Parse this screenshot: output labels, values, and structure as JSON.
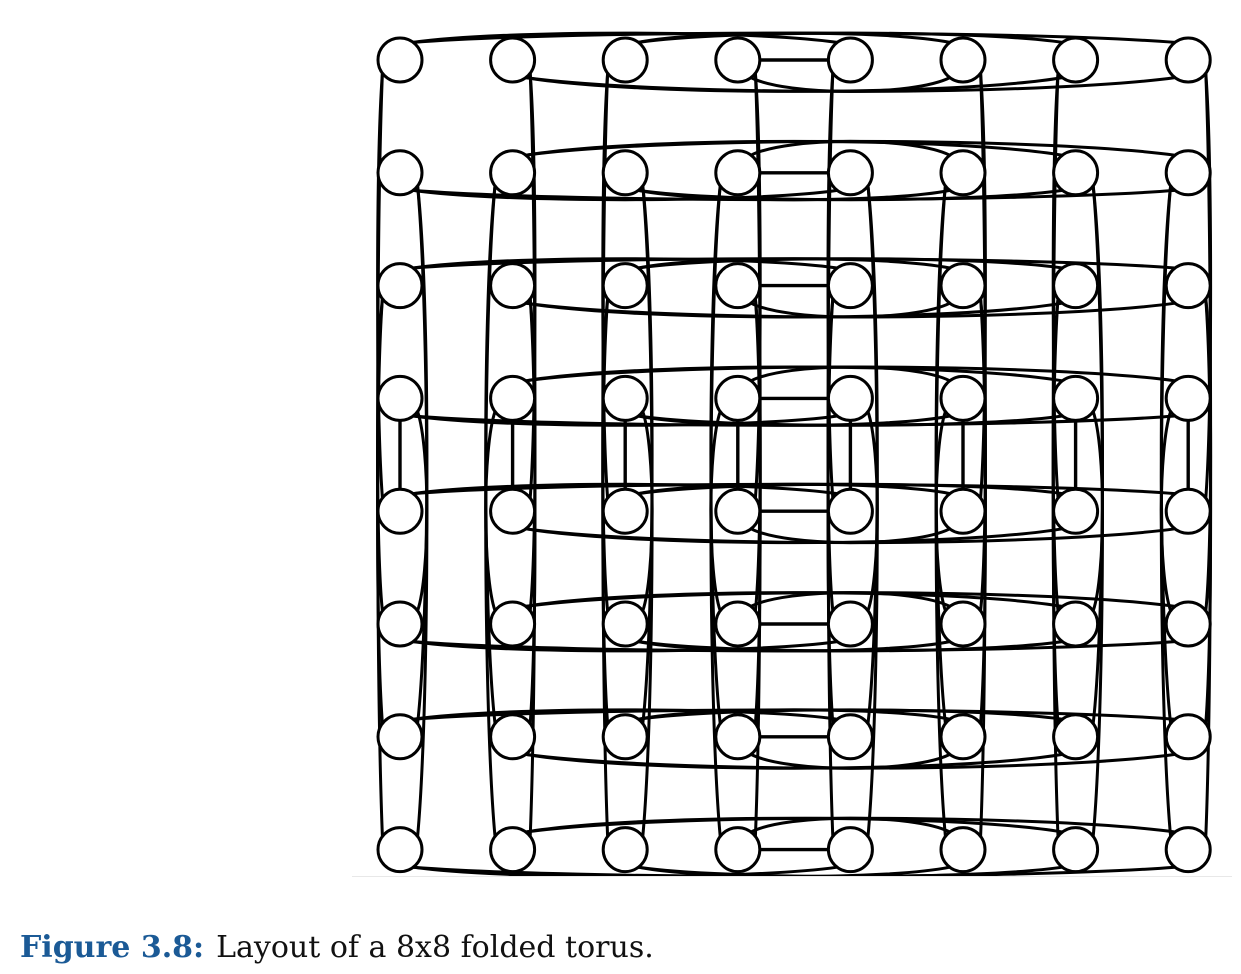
{
  "caption": {
    "label": "Figure 3.8:",
    "text": "Layout of a 8x8 folded torus."
  },
  "torus": {
    "rows": 8,
    "cols": 8,
    "fold_order": [
      0,
      2,
      4,
      6,
      7,
      5,
      3,
      1
    ],
    "stroke_color": "#000000",
    "node_fill": "#ffffff"
  }
}
